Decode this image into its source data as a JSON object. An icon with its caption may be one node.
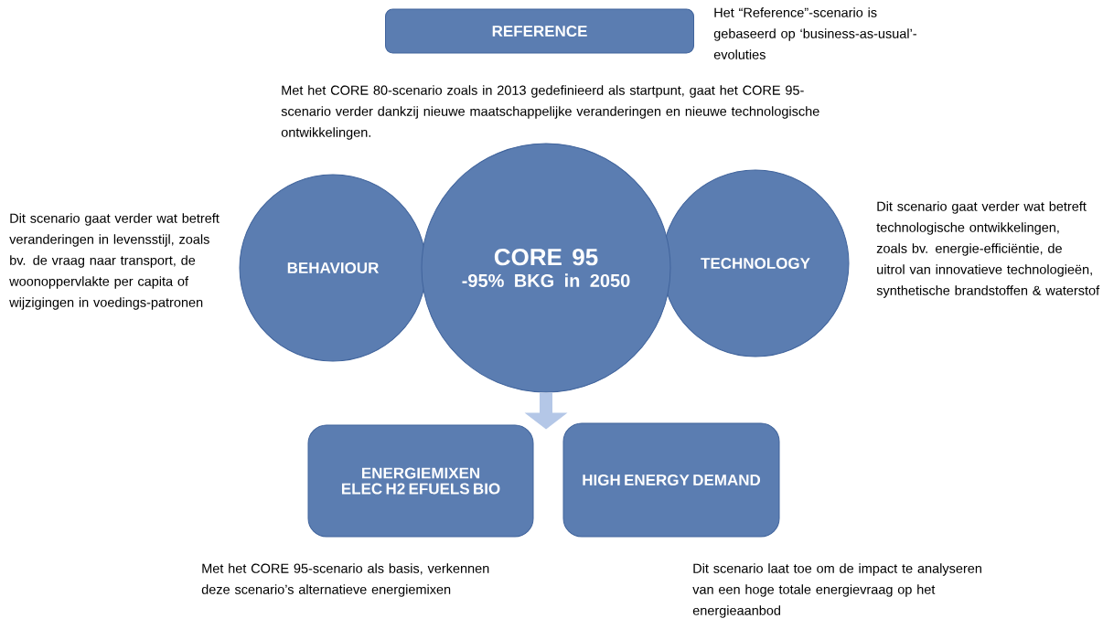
{
  "diagram": {
    "nodes": [
      {
        "text": [
          "REFERENCE"
        ],
        "beside": [
          "Het “Reference”-scenario is gebaseerd op ‘business-as-usual’- evoluties"
        ]
      },
      {
        "text": [
          "BEHAVIOUR"
        ],
        "beside": [
          "Dit scenario gaat verder wat betreft veranderingen in levensstijl, zoals bv. de vraag naar transport, de woonoppervlakte per capita of wijzigingen in  voedings-patronen"
        ]
      },
      {
        "text": [
          "CORE 95",
          "-95% BKG in 2050"
        ],
        "beside": [
          "Met het CORE 80-scenario zoals in 2013 gedefinieerd als startpunt, gaat het CORE 95-scenario verder dankzij nieuwe maatschappelijke veranderingen en nieuwe technologische ontwikkelingen."
        ]
      },
      {
        "text": [
          "TECHNOLOGY"
        ],
        "beside": [
          "Dit scenario gaat verder wat betreft technologische ontwikkelingen, zoals bv. energie-efficiëntie, de uitrol van innovatieve technologieën, synthetische brandstoffen & waterstof"
        ]
      },
      {
        "text": [
          "ENERGIEMIXEN",
          "ELEC  H2  EFUELS  BIO"
        ],
        "beside": [
          "Met het CORE 95-scenario als basis, verkennen deze scenario’s alternatieve energiemixen"
        ]
      },
      {
        "text": [
          "HIGH ENERGY DEMAND"
        ],
        "beside": [
          "Dit scenario laat toe om de impact te analyseren van een hoge totale energievraag op het energieaanbod"
        ]
      }
    ],
    "edges": [
      {
        "from": 2,
        "to": 4,
        "arrow": "to"
      },
      {
        "from": 2,
        "to": 5,
        "arrow": "to"
      }
    ]
  }
}
